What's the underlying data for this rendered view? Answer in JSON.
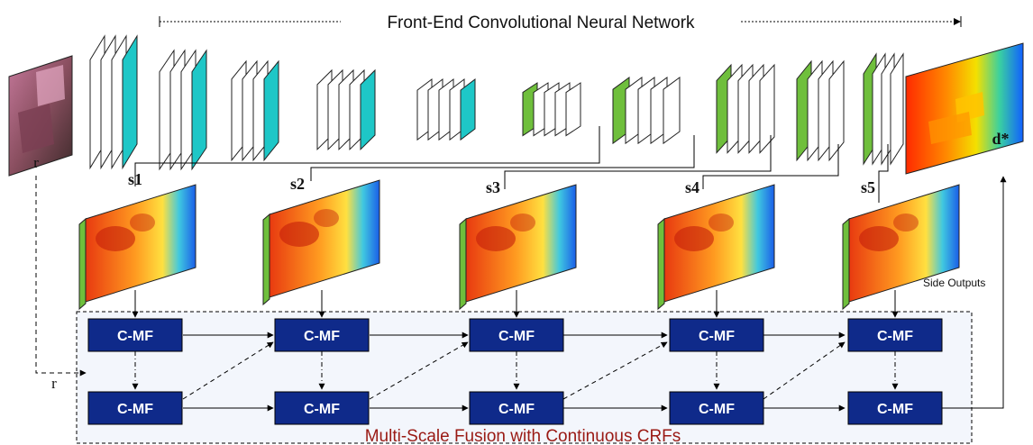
{
  "title": "Front-End Convolutional Neural Network",
  "input_label": "r",
  "output_label": "d*",
  "side_output_labels": [
    "s1",
    "s2",
    "s3",
    "s4",
    "s5"
  ],
  "side_outputs_caption": "Side Outputs",
  "fusion_block_label": "C-MF",
  "fusion_input_label": "r",
  "fusion_caption": "Multi-Scale Fusion with Continuous CRFs",
  "colors": {
    "conv_teal": "#1ec7c7",
    "conv_green": "#6fbf3c",
    "cmf_box": "#0f2a8a",
    "fusion_bg": "#f3f6fc",
    "caption_red": "#9a1a14"
  }
}
